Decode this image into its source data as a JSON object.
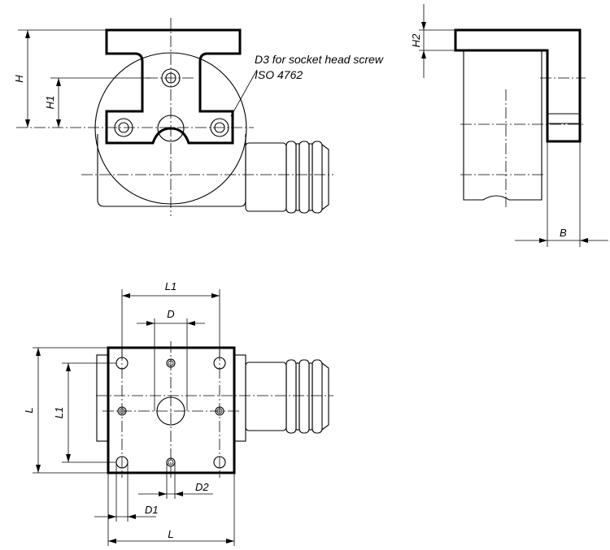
{
  "labels": {
    "H": "H",
    "H1": "H1",
    "H2": "H2",
    "B": "B",
    "L1_top": "L1",
    "D_top": "D",
    "L_left": "L",
    "L1_left": "L1",
    "D2": "D2",
    "D1": "D1",
    "L_bottom": "L"
  },
  "note": {
    "line1": "D3 for socket head screw",
    "line2": "ISO 4762"
  }
}
